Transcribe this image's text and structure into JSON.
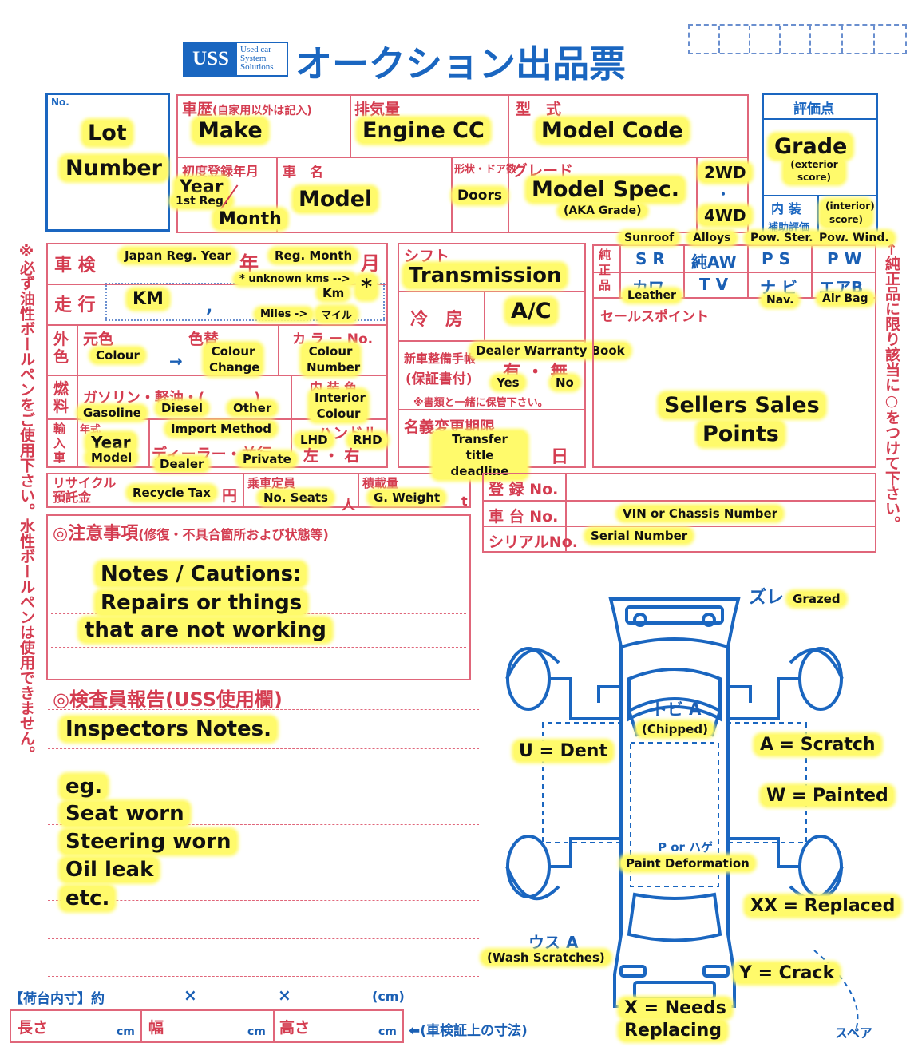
{
  "header": {
    "logo_text": "USS",
    "logo_sub": [
      "Used car",
      "System",
      "Solutions"
    ],
    "title": "オークション出品票"
  },
  "lot": {
    "no": "No.",
    "label": [
      "Lot",
      "Number"
    ]
  },
  "make": {
    "jp": "車歴",
    "jp_note": "(自家用以外は記入)",
    "en": "Make"
  },
  "engine": {
    "jp": "排気量",
    "en": "Engine CC"
  },
  "model_code": {
    "jp": "型　式",
    "en": "Model Code"
  },
  "first_reg": {
    "jp": "初度登録年月",
    "year": "Year",
    "sub": "1st Reg.",
    "month": "Month"
  },
  "model": {
    "jp": "車　名",
    "en": "Model"
  },
  "doors": {
    "jp": "形状・ドア数",
    "en": "Doors"
  },
  "grade_spec": {
    "jp": "グレード",
    "en": "Model Spec.",
    "aka": "(AKA Grade)"
  },
  "drive": {
    "a": "2WD",
    "sep": "・",
    "b": "4WD"
  },
  "score": {
    "jp": "評価点",
    "en": "Grade",
    "sub": "(exterior score)",
    "interior_jp": "内 装",
    "interior_jp2": "補助評価",
    "interior_en": "(interior) score)"
  },
  "shaken": {
    "jp": "車 検",
    "year_en": "Japan Reg. Year",
    "year_jp": "年",
    "month_en": "Reg. Month",
    "month_jp": "月",
    "unknown": "* unknown kms -->",
    "star": "*"
  },
  "mileage": {
    "jp": "走 行",
    "en": "KM",
    "comma": ",",
    "km": "Km",
    "miles": "Miles ->",
    "mile_jp": "マイル"
  },
  "color": {
    "jp": "外色",
    "orig_jp": "元色",
    "orig_en": "Colour",
    "arrow": "→",
    "chg_jp": "色替",
    "chg_en": "Colour Change",
    "num_jp": "カ ラ ー No.",
    "num_en": "Colour Number"
  },
  "fuel": {
    "jp": "燃料",
    "gas_jp": "ガソリン・軽油・(",
    "paren": ")",
    "gas_en": "Gasoline",
    "diesel": "Diesel",
    "other": "Other",
    "int_jp": "内 装 色",
    "int_en": "Interior Colour"
  },
  "import": {
    "jp": "輸入車",
    "year_jp": "年式",
    "year": "Year",
    "model": "Model",
    "method": "Import Method",
    "dealer_jp": "ディーラー・並行",
    "dealer": "Dealer",
    "private": "Private",
    "handle_jp": "ハンドル",
    "lhd": "LHD",
    "rhd": "RHD",
    "lr_jp": "左 ・ 右"
  },
  "recycle": {
    "jp": "リサイクル預託金",
    "en": "Recycle Tax",
    "yen": "円"
  },
  "seats": {
    "jp": "乗車定員",
    "en": "No. Seats",
    "unit": "人"
  },
  "weight": {
    "jp": "積載量",
    "en": "G. Weight",
    "unit": "t"
  },
  "shift": {
    "jp": "シフト",
    "en": "Transmission"
  },
  "ac": {
    "jp": "冷　房",
    "en": "A/C"
  },
  "warranty": {
    "jp": "新車整備手帳",
    "jp2": "(保証書付)",
    "en": "Dealer Warranty Book",
    "yn_jp": "有 ・ 無",
    "yes": "Yes",
    "no": "No",
    "note": "※書類と一緒に保管下さい。"
  },
  "transfer": {
    "jp": "名義変更期限",
    "en": "Transfer title deadline",
    "day": "日"
  },
  "genuine": {
    "jp": "純正品",
    "options": [
      {
        "en": "Sunroof",
        "jp": "S R"
      },
      {
        "en": "Alloys",
        "jp": "純AW"
      },
      {
        "en": "Pow. Ster.",
        "jp": "P S"
      },
      {
        "en": "Pow. Wind.",
        "jp": "P W"
      },
      {
        "en": "Leather",
        "jp": "カワ"
      },
      {
        "en": "",
        "jp": "T V"
      },
      {
        "en": "Nav.",
        "jp": "ナ ビ"
      },
      {
        "en": "Air Bag",
        "jp": "エアB"
      }
    ]
  },
  "sales": {
    "jp": "セールスポイント",
    "en": [
      "Sellers Sales",
      "Points"
    ]
  },
  "reg": {
    "no_jp": "登 録 No.",
    "chassis_jp": "車 台 No.",
    "chassis_en": "VIN or Chassis Number",
    "serial_jp": "シリアルNo.",
    "serial_en": "Serial Number"
  },
  "notes": {
    "jp": "◎注意事項",
    "jp_sub": "(修復・不具合箇所および状態等)",
    "en": [
      "Notes / Cautions:",
      "Repairs or things",
      "that are not working"
    ]
  },
  "inspector": {
    "jp": "◎検査員報告(USS使用欄)",
    "en": "Inspectors Notes.",
    "examples": [
      "eg.",
      "Seat worn",
      "Steering worn",
      "Oil leak",
      "etc."
    ]
  },
  "cargo": {
    "jp": "【荷台内寸】約",
    "x1": "×",
    "x2": "×",
    "cm": "(cm)",
    "length_jp": "長さ",
    "width_jp": "幅",
    "height_jp": "高さ",
    "unit": "cm",
    "note": "⬅(車検証上の寸法)"
  },
  "damage": {
    "zure_jp": "ズレ",
    "zure_en": "Grazed",
    "tobi_jp": "トビ A",
    "tobi_en": "(Chipped)",
    "u": "U = Dent",
    "a": "A = Scratch",
    "w": "W = Painted",
    "p_jp": "P or ハゲ",
    "p_en": "Paint Deformation",
    "xx": "XX = Replaced",
    "usu_jp": "ウス A",
    "usu_en": "(Wash Scratches)",
    "y": "Y = Crack",
    "x": [
      "X = Needs",
      "Replacing"
    ],
    "spare": "スペア"
  },
  "side_left": "※必ず油性ボールペンをご使用下さい。水性ボールペンは使用できません。",
  "side_right": "←純正品に限り該当に○をつけて下さい。"
}
